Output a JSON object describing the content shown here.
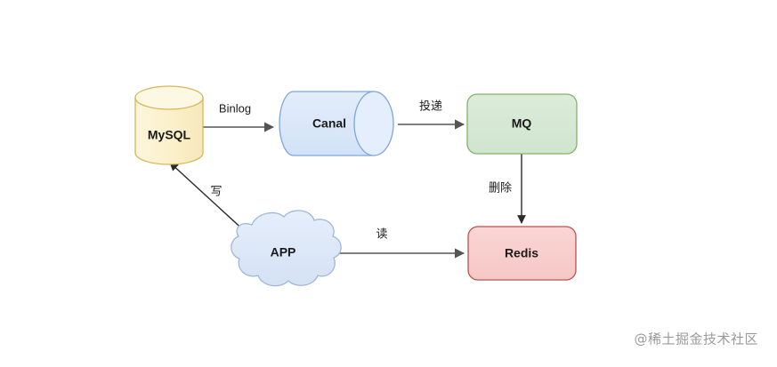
{
  "diagram": {
    "title": "MySQL Binlog to Redis cache invalidation flow",
    "background": "#ffffff",
    "nodes": [
      {
        "id": "mysql",
        "label": "MySQL",
        "shape": "vertical-cylinder",
        "fill": "#fbf2cf",
        "stroke": "#d6b656"
      },
      {
        "id": "canal",
        "label": "Canal",
        "shape": "horizontal-cylinder",
        "fill": "#dae8fc",
        "stroke": "#7ea6d9"
      },
      {
        "id": "mq",
        "label": "MQ",
        "shape": "rounded-rect",
        "fill": "#d5e8d4",
        "stroke": "#82b366"
      },
      {
        "id": "redis",
        "label": "Redis",
        "shape": "rounded-rect",
        "fill": "#f8cecc",
        "stroke": "#b85450"
      },
      {
        "id": "app",
        "label": "APP",
        "shape": "cloud",
        "fill": "#dce9f7",
        "stroke": "#9fb8d8"
      }
    ],
    "edges": [
      {
        "id": "mysql-canal",
        "label": "Binlog",
        "from": "mysql",
        "to": "canal"
      },
      {
        "id": "canal-mq",
        "label": "投递",
        "from": "canal",
        "to": "mq"
      },
      {
        "id": "mq-redis",
        "label": "删除",
        "from": "mq",
        "to": "redis"
      },
      {
        "id": "app-mysql",
        "label": "写",
        "from": "app",
        "to": "mysql"
      },
      {
        "id": "app-redis",
        "label": "读",
        "from": "app",
        "to": "redis"
      }
    ]
  },
  "watermark": {
    "text": "@稀土掘金技术社区",
    "color": "#9a9a9a"
  }
}
